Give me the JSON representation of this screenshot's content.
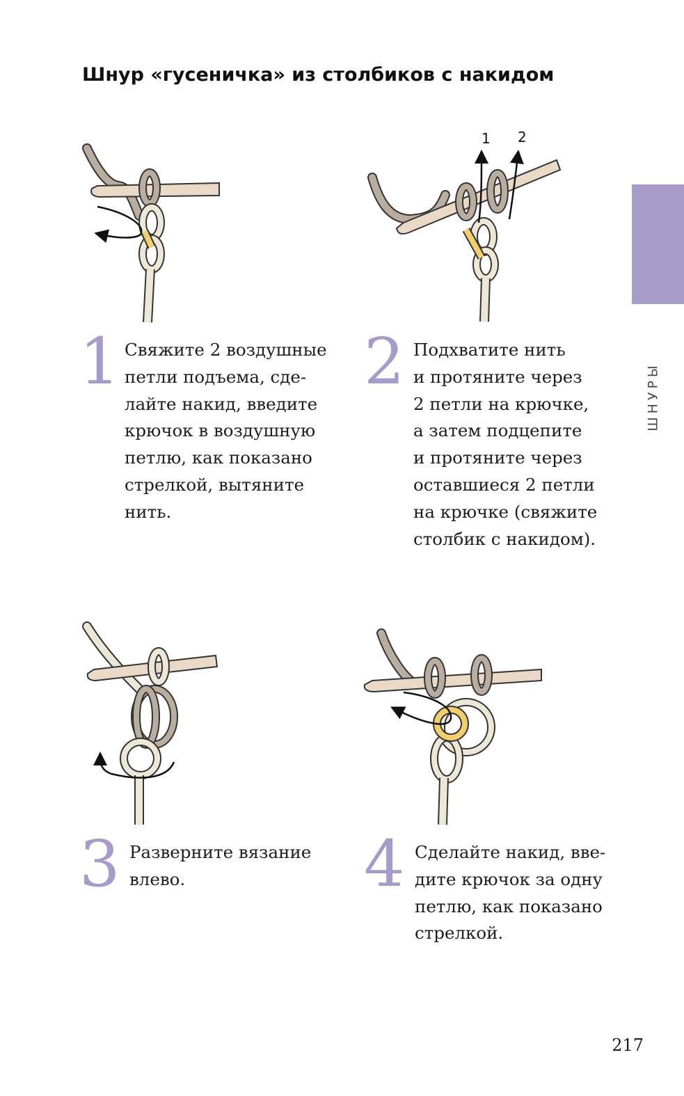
{
  "page": {
    "title": "Шнур «гусеничка» из столбиков с накидом",
    "section_label": "ШНУРЫ",
    "page_number": "217",
    "colors": {
      "accent": "#a79bc9",
      "yarn_dark": "#b8ad9f",
      "yarn_light": "#ece7d6",
      "hook": "#ead9c6",
      "highlight": "#f2cf6e"
    }
  },
  "steps": [
    {
      "number": "1",
      "text": "Свяжите 2 воздушные\nпетли подъема, сде-\nлайте накид, введите\nкрючок в воздушную\nпетлю, как показано\nстрелкой, вытяните\nнить."
    },
    {
      "number": "2",
      "text": "Подхватите нить\nи протяните через\n2 петли на крючке,\nа затем подцепите\nи протяните через\nоставшиеся 2 петли\nна крючке (свяжите\nстолбик с накидом).",
      "arrow_labels": [
        "1",
        "2"
      ]
    },
    {
      "number": "3",
      "text": "Разверните вязание\nвлево."
    },
    {
      "number": "4",
      "text": "Сделайте накид, вве-\nдите крючок за одну\nпетлю, как показано\nстрелкой."
    }
  ]
}
